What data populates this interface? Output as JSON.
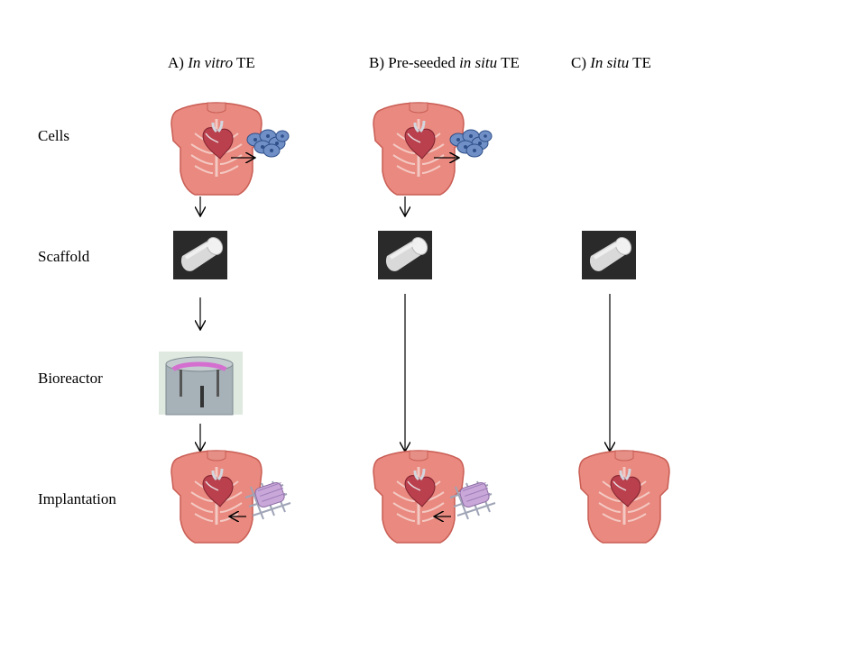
{
  "columns": [
    {
      "prefix": "A) ",
      "italic": "In vitro",
      "suffix": " TE"
    },
    {
      "prefix": "B) Pre-seeded ",
      "italic": "in situ",
      "suffix": " TE"
    },
    {
      "prefix": "C) ",
      "italic": "In situ",
      "suffix": " TE"
    }
  ],
  "rows": [
    "Cells",
    "Scaffold",
    "Bioreactor",
    "Implantation"
  ],
  "colors": {
    "skin": "#e9897f",
    "skin_dark": "#c95e55",
    "cells": "#6f8fc6",
    "scaffold_bg": "#2a2a2a",
    "mesh": "#c9a8d9",
    "bioreactor": "#a7b2b8",
    "bioreactor_ring": "#d46fd0"
  }
}
